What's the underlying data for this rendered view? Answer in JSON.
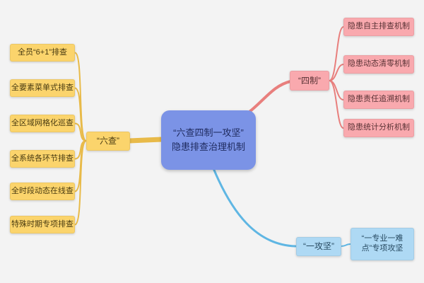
{
  "canvas_background": "#f3f3f3",
  "center": {
    "label": "“六查四制一攻坚”  隐患排查治理机制",
    "color": "#7b93e6"
  },
  "branches": [
    {
      "label": "“六查”",
      "color": "#fbd46c",
      "line_color": "#e8ba49",
      "children": [
        "全员“6+1”排查",
        "全要素菜单式排查",
        "全区域网格化巡查",
        "全系统各环节排查",
        "全时段动态在线查",
        "特殊时期专项排查"
      ]
    },
    {
      "label": "“四制”",
      "color": "#f9a9ae",
      "line_color": "#e87f7d",
      "children": [
        "隐患自主排查机制",
        "隐患动态清零机制",
        "隐患责任追溯机制",
        "隐患统计分析机制"
      ]
    },
    {
      "label": "“一攻坚”",
      "color": "#aed9f4",
      "line_color": "#5fb6e3",
      "children": [
        "“一专业一难点”专项攻坚"
      ]
    }
  ]
}
